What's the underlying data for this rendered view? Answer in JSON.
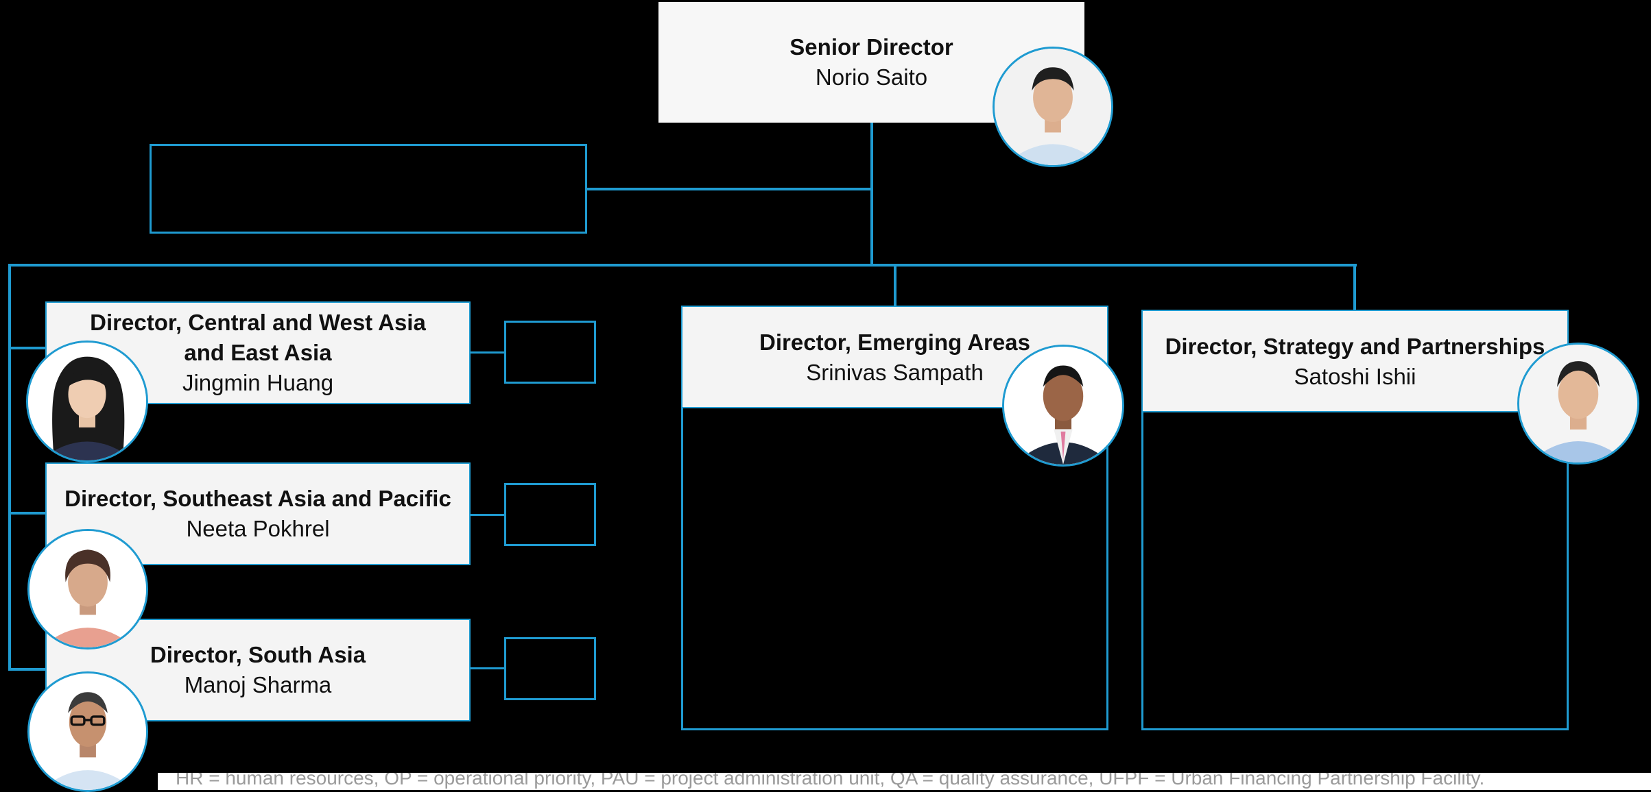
{
  "senior": {
    "title": "Senior Director",
    "name": "Norio Saito"
  },
  "directors": [
    {
      "title_lines": [
        "Director, Central and West Asia",
        "and East Asia"
      ],
      "name": "Jingmin Huang"
    },
    {
      "title_lines": [
        "Director, Southeast Asia and Pacific"
      ],
      "name": "Neeta Pokhrel"
    },
    {
      "title_lines": [
        "Director, South Asia"
      ],
      "name": "Manoj Sharma"
    },
    {
      "title_lines": [
        "Director, Emerging Areas"
      ],
      "name": "Srinivas Sampath"
    },
    {
      "title_lines": [
        "Director, Strategy and Partnerships"
      ],
      "name": "Satoshi Ishii"
    }
  ],
  "footnote": "HR = human resources, OP = operational priority, PAU = project administration unit, QA = quality assurance, UFPF = Urban Financing Partnership Facility.",
  "colors": {
    "connector": "#1f9bd1",
    "box_fill": "#f4f4f4",
    "background": "#000000"
  },
  "icons": [
    "person-photo-icon"
  ]
}
